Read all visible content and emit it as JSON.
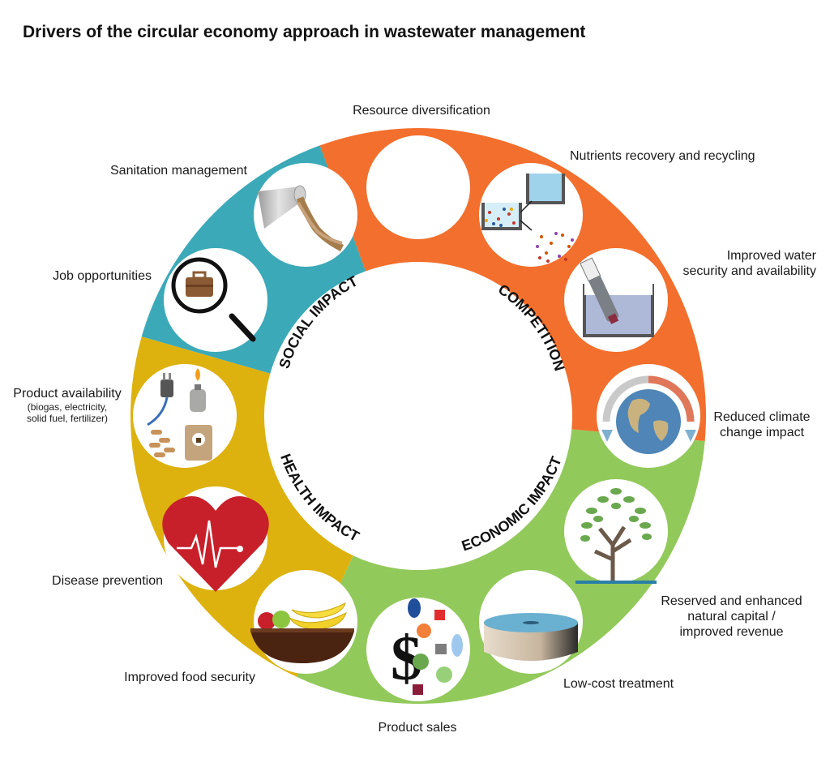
{
  "title": "Drivers of the circular economy approach in wastewater management",
  "segments": {
    "social": {
      "label": "SOCIAL IMPACT",
      "color": "#3ba9b8"
    },
    "competition": {
      "label": "COMPETITION",
      "color": "#f26f2d"
    },
    "economic": {
      "label": "ECONOMIC IMPACT",
      "color": "#92c95b"
    },
    "health": {
      "label": "HEALTH IMPACT",
      "color": "#ddb20f"
    }
  },
  "drivers": {
    "resource_diversification": "Resource diversification",
    "nutrients_recovery": "Nutrients recovery and recycling",
    "water_security": "Improved water security and availability",
    "climate_change": "Reduced climate change impact",
    "natural_capital": "Reserved and enhanced natural capital / improved revenue",
    "low_cost_treatment": "Low-cost treatment",
    "product_sales": "Product sales",
    "food_security": "Improved food security",
    "disease_prevention": "Disease prevention",
    "product_availability": "Product availability",
    "product_availability_sub": "(biogas, electricity, solid fuel, fertilizer)",
    "job_opportunities": "Job opportunities",
    "sanitation_management": "Sanitation management"
  },
  "icons": {
    "resource_diversification": "blank-circle",
    "nutrients_recovery": "tanks-with-particles-icon",
    "water_security": "water-probe-icon",
    "climate_change": "globe-arrows-icon",
    "natural_capital": "tree-icon",
    "low_cost_treatment": "treatment-tank-icon",
    "product_sales": "dollar-shapes-icon",
    "food_security": "fruit-bowl-icon",
    "disease_prevention": "heart-pulse-icon",
    "product_availability": "energy-products-icon",
    "job_opportunities": "briefcase-magnifier-icon",
    "sanitation_management": "discharge-pipe-icon"
  },
  "label_lines": {
    "water_security": [
      "Improved water",
      "security and availability"
    ],
    "climate_change": [
      "Reduced climate",
      "change impact"
    ],
    "natural_capital": [
      "Reserved and enhanced",
      "natural capital /",
      "improved revenue"
    ],
    "product_availability_sub": [
      "(biogas, electricity,",
      "solid fuel, fertilizer)"
    ]
  }
}
